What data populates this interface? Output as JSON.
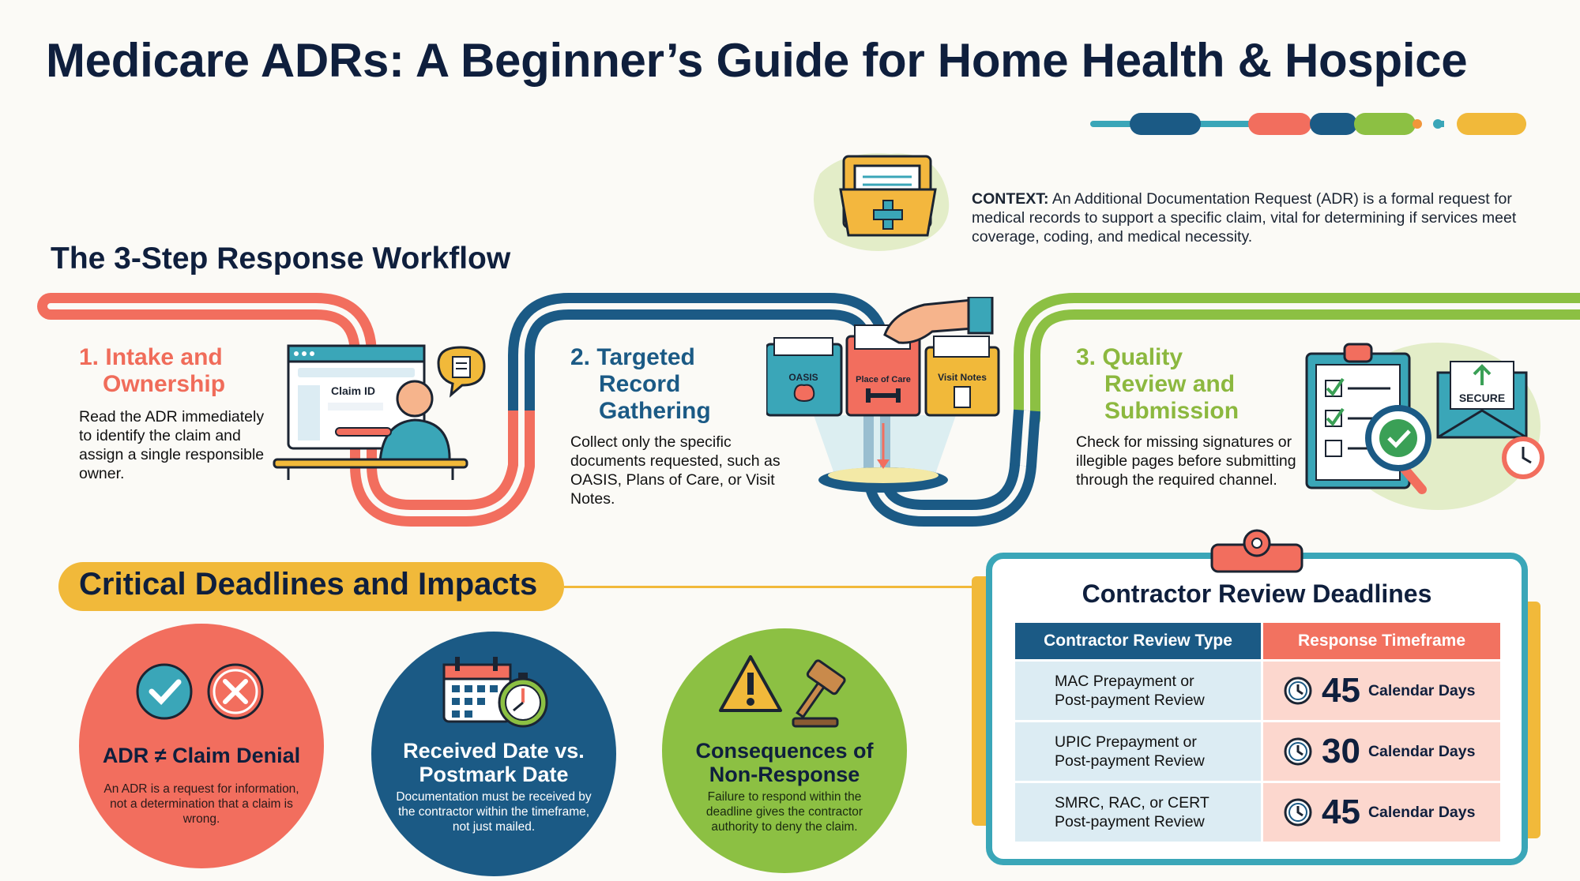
{
  "header": {
    "title": "Medicare ADRs: A Beginner’s Guide for Home Health & Hospice"
  },
  "context": {
    "label": "CONTEXT:",
    "text": " An Additional Documentation Request (ADR) is a formal request for medical records to support a specific claim, vital for determining if services meet coverage, coding, and medical necessity."
  },
  "workflow": {
    "title": "The 3-Step Response Workflow",
    "steps": [
      {
        "title_lines": [
          "1. Intake and",
          "Ownership"
        ],
        "description": "Read the ADR immediately to identify the claim and assign a single responsible owner.",
        "illustration_label": "Claim ID"
      },
      {
        "title_lines": [
          "2. Targeted",
          "Record",
          "Gathering"
        ],
        "description": "Collect only the specific documents requested, such as OASIS, Plans of Care, or Visit Notes.",
        "folder_labels": [
          "OASIS",
          "Place of Care",
          "Visit Notes"
        ]
      },
      {
        "title_lines": [
          "3. Quality",
          "Review and",
          "Submission"
        ],
        "description": "Check for missing signatures or illegible pages before submitting through the required channel.",
        "illustration_label": "SECURE"
      }
    ]
  },
  "deadlines": {
    "title": "Critical Deadlines and Impacts",
    "cards": [
      {
        "title": "ADR ≠ Claim Denial",
        "description": "An ADR is a request for information, not a determination that a claim is wrong."
      },
      {
        "title_lines": [
          "Received Date vs.",
          "Postmark Date"
        ],
        "description": "Documentation must be received by the contractor within the timeframe, not just mailed."
      },
      {
        "title_lines": [
          "Consequences of",
          "Non-Response"
        ],
        "description": "Failure to respond within the deadline gives the contractor authority to deny the claim."
      }
    ]
  },
  "review_table": {
    "title": "Contractor Review Deadlines",
    "headers": [
      "Contractor Review Type",
      "Response Timeframe"
    ],
    "rows": [
      {
        "type_lines": [
          "MAC Prepayment or",
          "Post-payment Review"
        ],
        "days": "45",
        "unit": "Calendar Days"
      },
      {
        "type_lines": [
          "UPIC Prepayment or",
          "Post-payment Review"
        ],
        "days": "30",
        "unit": "Calendar Days"
      },
      {
        "type_lines": [
          "SMRC, RAC, or CERT",
          "Post-payment Review"
        ],
        "days": "45",
        "unit": "Calendar Days"
      }
    ]
  },
  "colors": {
    "navy": "#0f1f3d",
    "coral": "#f26e5e",
    "blue": "#1b5a85",
    "green": "#8cc043",
    "gold": "#f1b93a",
    "teal": "#3aa6b8"
  }
}
